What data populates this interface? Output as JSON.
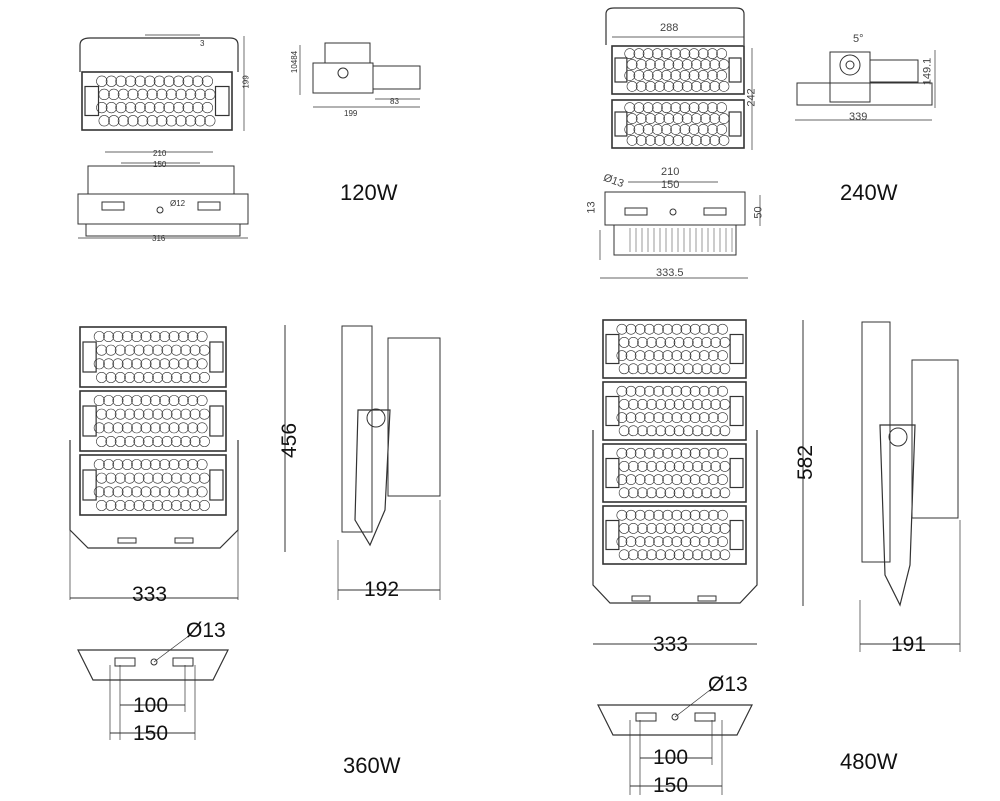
{
  "models": [
    {
      "label": "120W",
      "dims": {
        "handle_gap": "3",
        "height": "199",
        "side_height": "10484",
        "side_bracket": "83",
        "side_depth": "199",
        "hole_spacing_outer": "210",
        "hole_spacing_inner": "150",
        "hole_diameter": "Ø12",
        "width": "316"
      }
    },
    {
      "label": "240W",
      "dims": {
        "width_top": "288",
        "height": "242",
        "tilt_angle": "5°",
        "side_height": "149.1",
        "side_depth": "339",
        "hole_spacing_outer": "210",
        "hole_spacing_inner": "150",
        "hole_diameter": "Ø13",
        "offset": "13",
        "bracket_height": "50",
        "width": "333.5"
      }
    },
    {
      "label": "360W",
      "dims": {
        "height": "456",
        "width": "333",
        "depth": "192",
        "hole_diameter": "Ø13",
        "hole_spacing_inner": "100",
        "hole_spacing_outer": "150"
      }
    },
    {
      "label": "480W",
      "dims": {
        "height": "582",
        "width": "333",
        "depth": "191",
        "hole_diameter": "Ø13",
        "hole_spacing_inner": "100",
        "hole_spacing_outer": "150"
      }
    }
  ]
}
